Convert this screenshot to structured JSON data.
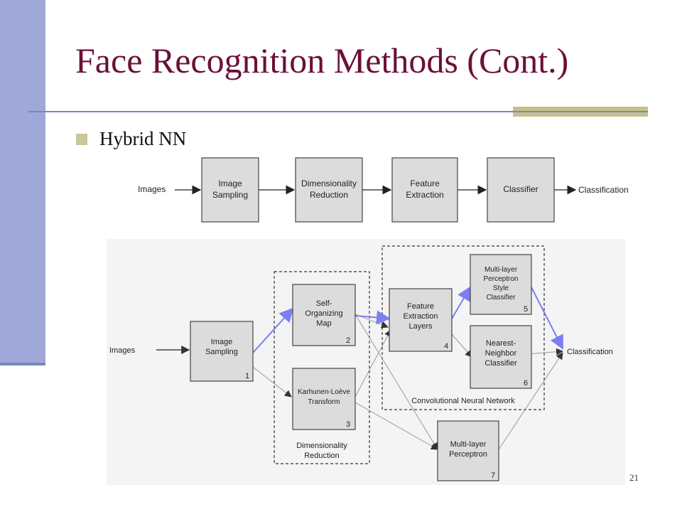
{
  "slide": {
    "title": "Face Recognition Methods (Cont.)",
    "bullet": "Hybrid NN",
    "page_number": "21"
  },
  "pipeline": {
    "input": "Images",
    "boxes": [
      [
        "Image",
        "Sampling"
      ],
      [
        "Dimensionality",
        "Reduction"
      ],
      [
        "Feature",
        "Extraction"
      ],
      [
        "Classifier"
      ]
    ],
    "output": "Classification"
  },
  "network": {
    "input": "Images",
    "output": "Classification",
    "group_dimensionality": [
      "Dimensionality",
      "Reduction"
    ],
    "group_cnn": "Convolutional Neural Network",
    "nodes": {
      "image_sampling": {
        "lines": [
          "Image",
          "Sampling"
        ],
        "num": "1"
      },
      "som": {
        "lines": [
          "Self-",
          "Organizing",
          "Map"
        ],
        "num": "2"
      },
      "klt": {
        "lines": [
          "Karhunen-Loève",
          "Transform"
        ],
        "num": "3"
      },
      "feature_layers": {
        "lines": [
          "Feature",
          "Extraction",
          "Layers"
        ],
        "num": "4"
      },
      "mlp_classifier": {
        "lines": [
          "Multi-layer",
          "Perceptron",
          "Style",
          "Classifier"
        ],
        "num": "5"
      },
      "nn_classifier": {
        "lines": [
          "Nearest-",
          "Neighbor",
          "Classifier"
        ],
        "num": "6"
      },
      "mlp": {
        "lines": [
          "Multi-layer",
          "Perceptron"
        ],
        "num": "7"
      }
    },
    "colors": {
      "highlight_path": "#7b7ff0",
      "box_fill": "#dcdcdc",
      "edge": "#999999"
    }
  }
}
